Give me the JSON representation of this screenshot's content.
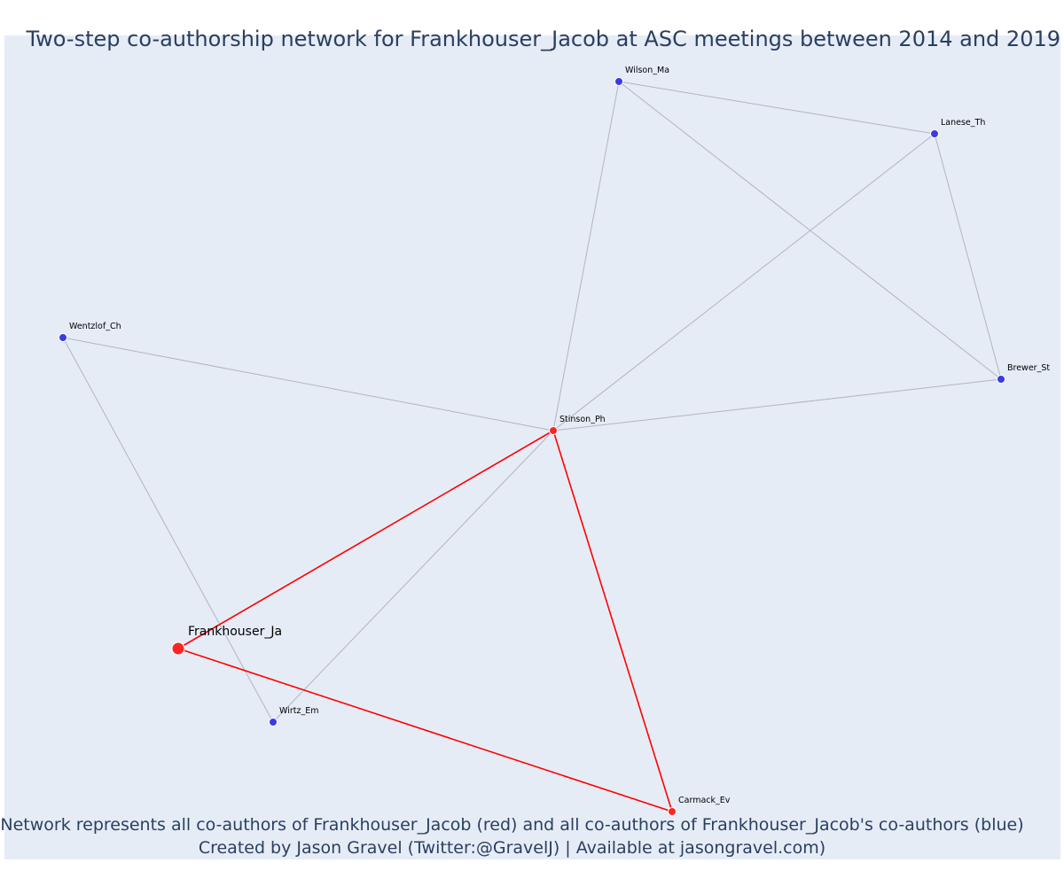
{
  "title": "Two-step co-authorship network for Frankhouser_Jacob at ASC meetings between 2014 and 2019",
  "footer": {
    "line1": "Network represents all co-authors of Frankhouser_Jacob (red) and all co-authors of Frankhouser_Jacob's co-authors (blue)",
    "line2": "Created by Jason Gravel (Twitter:@GravelJ) | Available at jasongravel.com)"
  },
  "colors": {
    "plot_background": "#e5ecf6",
    "focal_color": "#ff2424",
    "coauthor_color": "#ff2424",
    "second_step_color": "#3a3ae6",
    "focal_edge_color": "#ff0000",
    "other_edge_color": "#b3b3c2"
  },
  "nodes": [
    {
      "id": "Frankhouser_Ja",
      "label": "Frankhouser_Ja",
      "group": "focal"
    },
    {
      "id": "Stinson_Ph",
      "label": "Stinson_Ph",
      "group": "coauthor"
    },
    {
      "id": "Carmack_Ev",
      "label": "Carmack_Ev",
      "group": "coauthor"
    },
    {
      "id": "Wilson_Ma",
      "label": "Wilson_Ma",
      "group": "second_step"
    },
    {
      "id": "Lanese_Th",
      "label": "Lanese_Th",
      "group": "second_step"
    },
    {
      "id": "Brewer_St",
      "label": "Brewer_St",
      "group": "second_step"
    },
    {
      "id": "Wentzlof_Ch",
      "label": "Wentzlof_Ch",
      "group": "second_step"
    },
    {
      "id": "Wirtz_Em",
      "label": "Wirtz_Em",
      "group": "second_step"
    }
  ],
  "edges": [
    {
      "source": "Wilson_Ma",
      "target": "Lanese_Th",
      "type": "second_step"
    },
    {
      "source": "Wilson_Ma",
      "target": "Brewer_St",
      "type": "second_step"
    },
    {
      "source": "Wilson_Ma",
      "target": "Stinson_Ph",
      "type": "second_step"
    },
    {
      "source": "Lanese_Th",
      "target": "Brewer_St",
      "type": "second_step"
    },
    {
      "source": "Lanese_Th",
      "target": "Stinson_Ph",
      "type": "second_step"
    },
    {
      "source": "Brewer_St",
      "target": "Stinson_Ph",
      "type": "second_step"
    },
    {
      "source": "Wentzlof_Ch",
      "target": "Stinson_Ph",
      "type": "second_step"
    },
    {
      "source": "Wentzlof_Ch",
      "target": "Wirtz_Em",
      "type": "second_step"
    },
    {
      "source": "Wirtz_Em",
      "target": "Stinson_Ph",
      "type": "second_step"
    },
    {
      "source": "Frankhouser_Ja",
      "target": "Stinson_Ph",
      "type": "focal"
    },
    {
      "source": "Frankhouser_Ja",
      "target": "Carmack_Ev",
      "type": "focal"
    },
    {
      "source": "Stinson_Ph",
      "target": "Carmack_Ev",
      "type": "focal"
    }
  ]
}
